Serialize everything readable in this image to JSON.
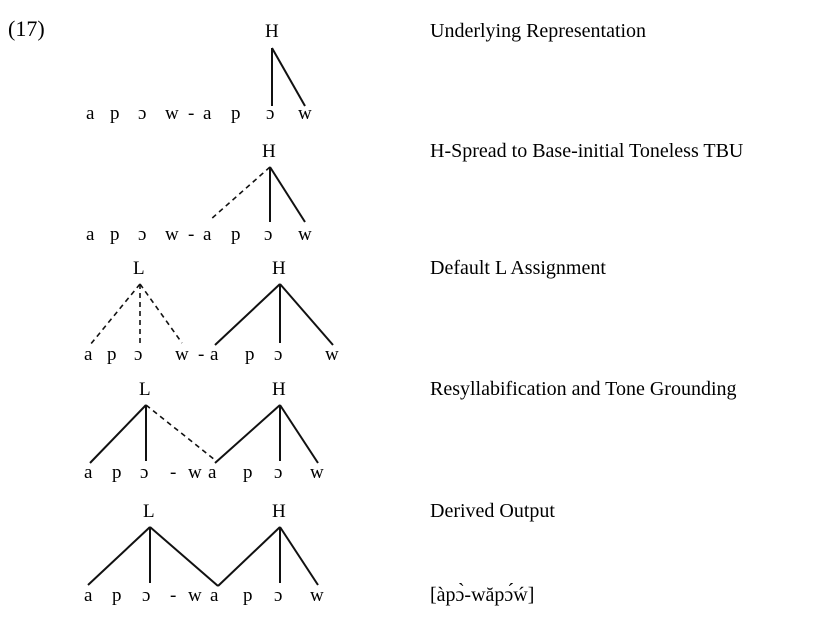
{
  "example_number": "(17)",
  "stages": [
    {
      "label": "Underlying Representation",
      "tones": [
        "H"
      ],
      "segments": [
        "a",
        "p",
        "ɔ",
        "w",
        "-",
        "a",
        "p",
        "ɔ",
        "w"
      ]
    },
    {
      "label": "H-Spread to Base-initial Toneless TBU",
      "tones": [
        "H"
      ],
      "segments": [
        "a",
        "p",
        "ɔ",
        "w",
        "-",
        "a",
        "p",
        "ɔ",
        "w"
      ]
    },
    {
      "label": "Default L Assignment",
      "tones": [
        "L",
        "H"
      ],
      "segments": [
        "a",
        "p",
        "ɔ",
        "w",
        "-",
        "a",
        "p",
        "ɔ",
        "w"
      ]
    },
    {
      "label": "Resyllabification and Tone Grounding",
      "tones": [
        "L",
        "H"
      ],
      "segments": [
        "a",
        "p",
        "ɔ",
        "-",
        "w",
        "a",
        "p",
        "ɔ",
        "w"
      ]
    },
    {
      "label": "Derived Output",
      "tones": [
        "L",
        "H"
      ],
      "segments": [
        "a",
        "p",
        "ɔ",
        "-",
        "w",
        "a",
        "p",
        "ɔ",
        "w"
      ],
      "output": "[àpɔ̀-wăpɔ́ẃ]"
    }
  ]
}
